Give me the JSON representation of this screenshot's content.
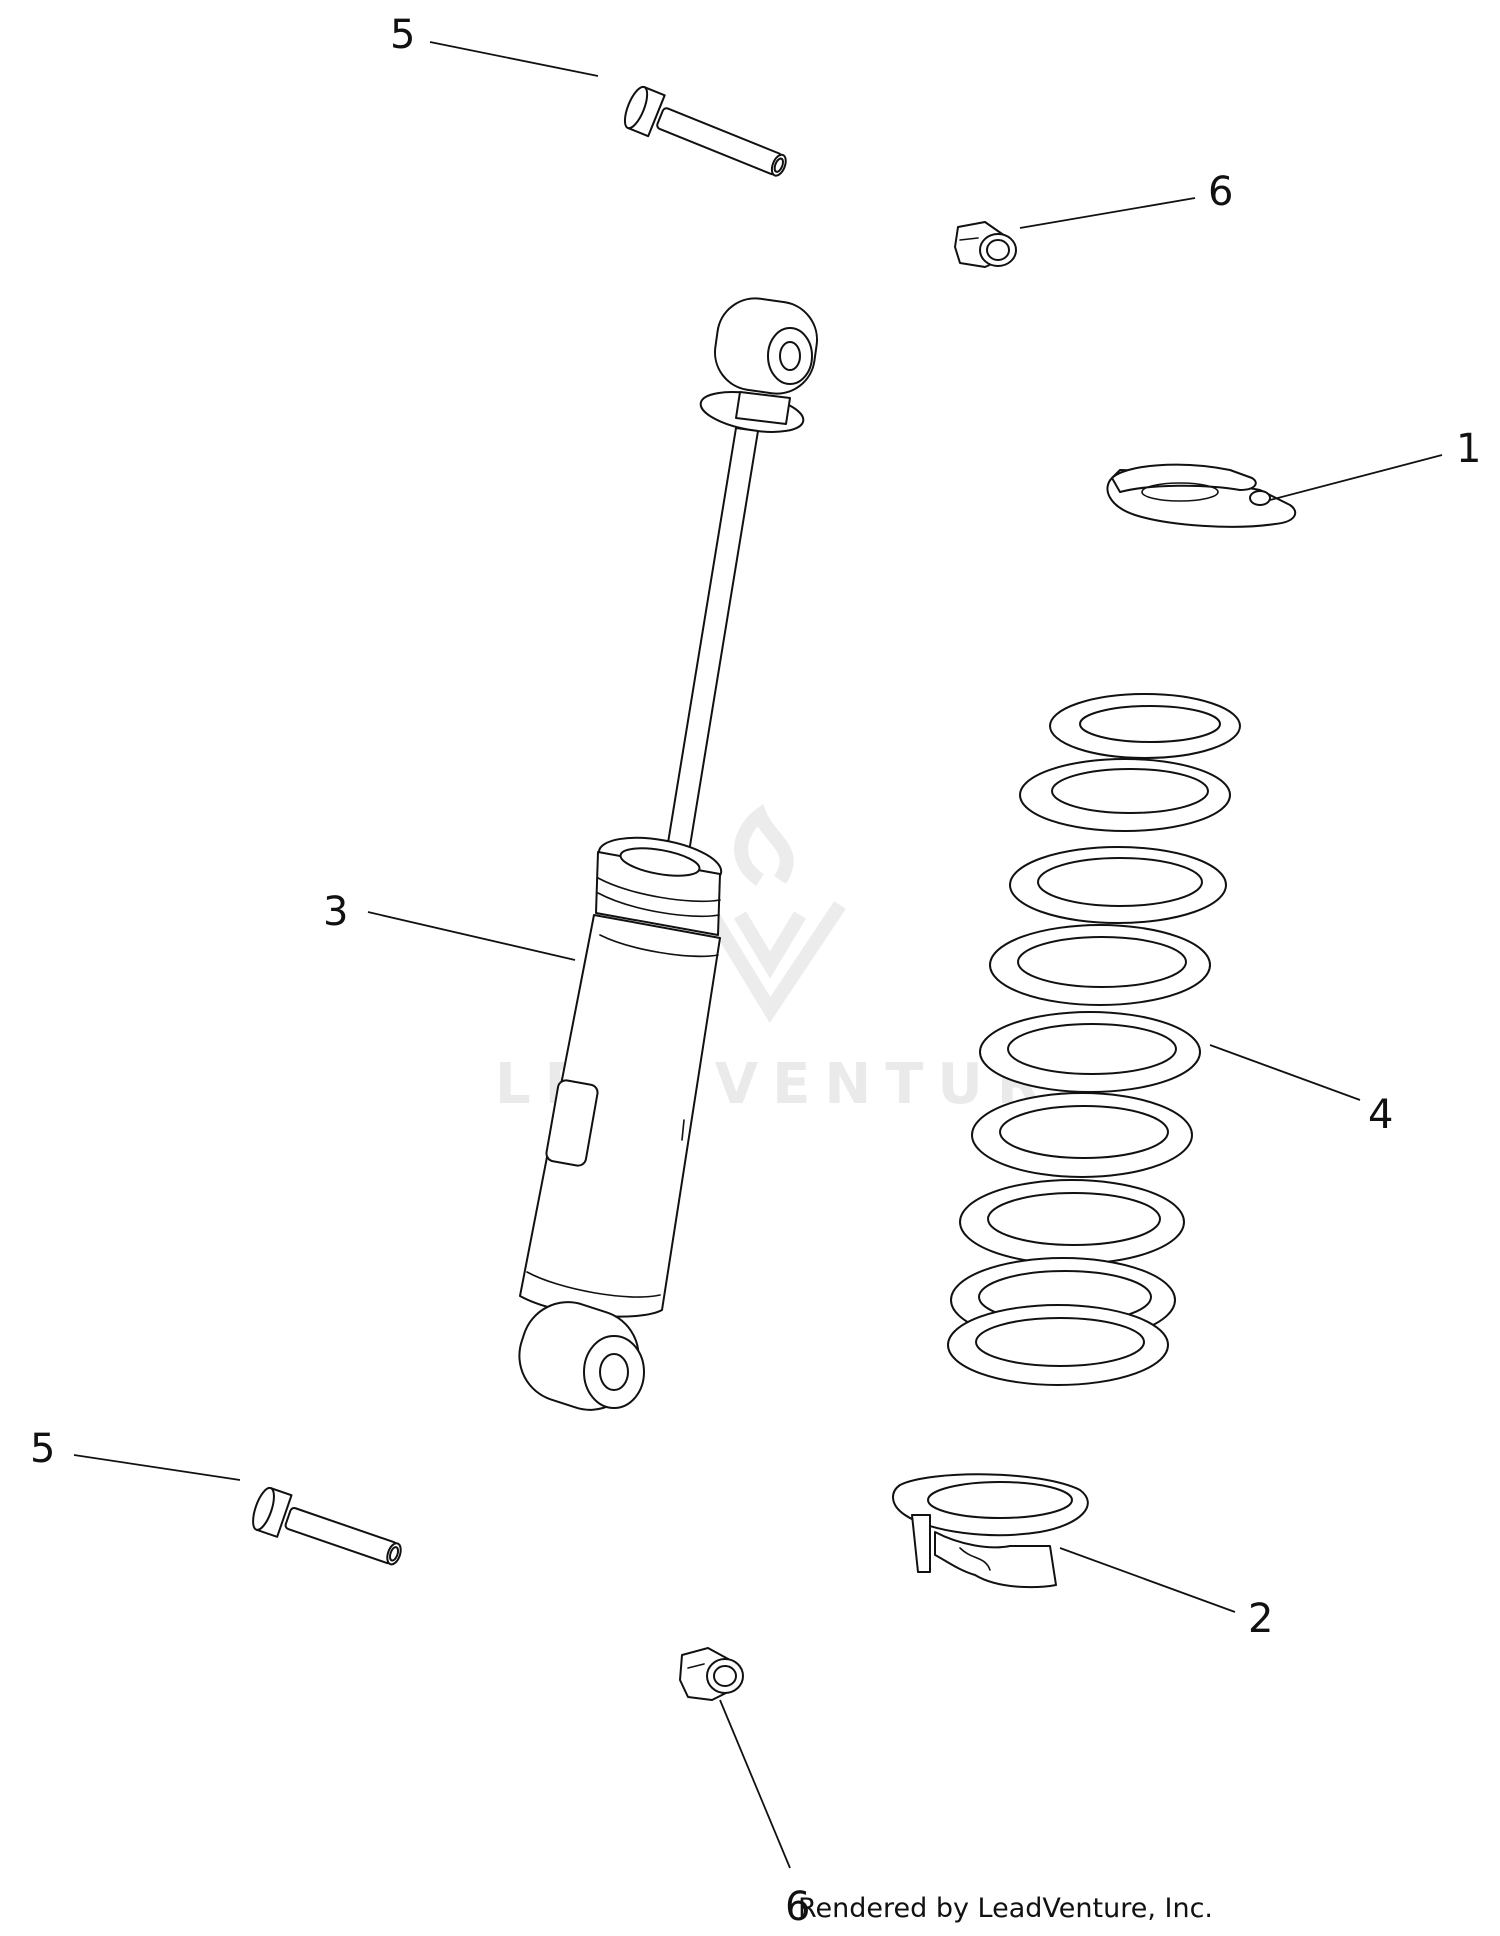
{
  "diagram": {
    "callouts": [
      {
        "id": "bolt-top",
        "label": "5"
      },
      {
        "id": "nut-top",
        "label": "6"
      },
      {
        "id": "spring-retainer",
        "label": "1"
      },
      {
        "id": "shock",
        "label": "3"
      },
      {
        "id": "spring",
        "label": "4"
      },
      {
        "id": "bolt-bottom",
        "label": "5"
      },
      {
        "id": "spring-seat",
        "label": "2"
      },
      {
        "id": "nut-bottom",
        "label": "6"
      }
    ],
    "watermark": "LEADVENTURE",
    "credit": "Rendered by LeadVenture, Inc."
  }
}
